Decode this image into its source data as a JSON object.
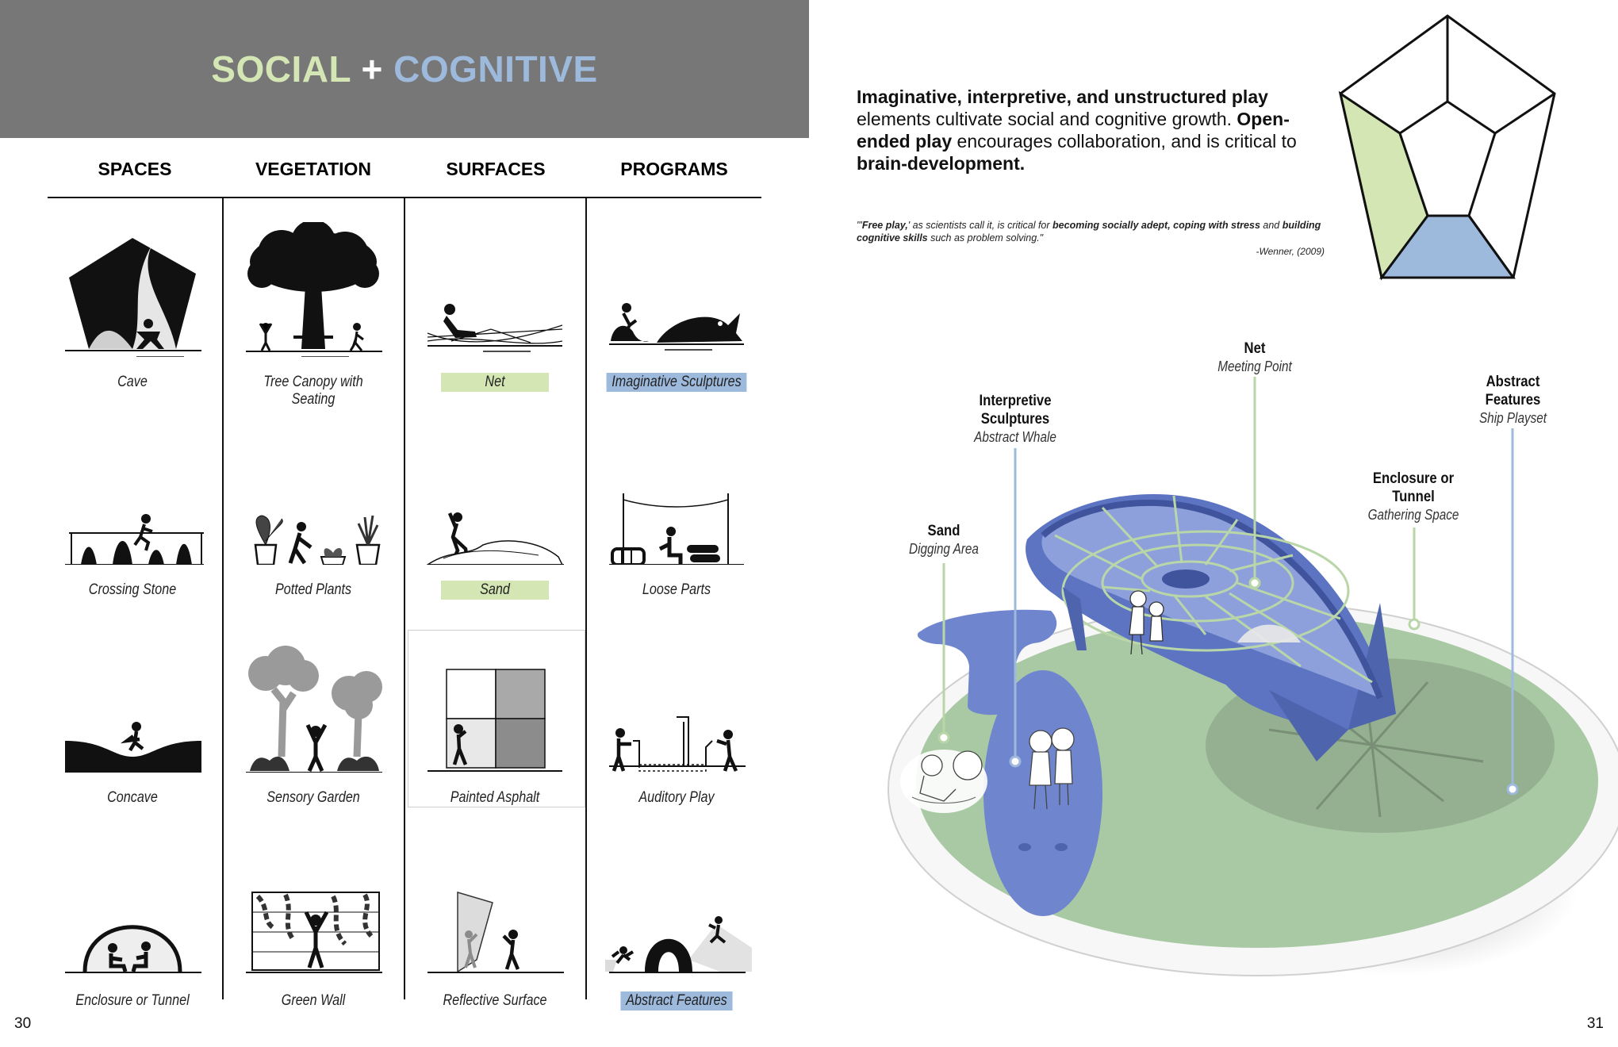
{
  "title": {
    "part1": "SOCIAL",
    "plus": "+",
    "part2": "COGNITIVE"
  },
  "columns": [
    "SPACES",
    "VEGETATION",
    "SURFACES",
    "PROGRAMS"
  ],
  "grid": [
    [
      {
        "label": "Cave",
        "highlight": ""
      },
      {
        "label": "Tree Canopy with Seating",
        "highlight": ""
      },
      {
        "label": "Net",
        "highlight": "green"
      },
      {
        "label": "Imaginative Sculptures",
        "highlight": "blue"
      }
    ],
    [
      {
        "label": "Crossing Stone",
        "highlight": ""
      },
      {
        "label": "Potted Plants",
        "highlight": ""
      },
      {
        "label": "Sand",
        "highlight": "green"
      },
      {
        "label": "Loose Parts",
        "highlight": ""
      }
    ],
    [
      {
        "label": "Concave",
        "highlight": ""
      },
      {
        "label": "Sensory Garden",
        "highlight": ""
      },
      {
        "label": "Painted Asphalt",
        "highlight": ""
      },
      {
        "label": "Auditory Play",
        "highlight": ""
      }
    ],
    [
      {
        "label": "Enclosure or Tunnel",
        "highlight": ""
      },
      {
        "label": "Green Wall",
        "highlight": ""
      },
      {
        "label": "Reflective Surface",
        "highlight": ""
      },
      {
        "label": "Abstract Features",
        "highlight": "blue"
      }
    ]
  ],
  "intro": {
    "b1": "Imaginative, interpretive, and unstructured play",
    "t1": " elements cultivate social and cognitive growth. ",
    "b2": "Open-ended play",
    "t2": " encourages collaboration, and is critical to ",
    "b3": "brain-development."
  },
  "quote": {
    "q1": "\"'",
    "b1": "Free play,",
    "q2": "' as scientists call it, is critical for ",
    "b2": "becoming socially adept, coping with stress",
    "q3": " and ",
    "b3": "building cognitive skills",
    "q4": " such as problem solving.\""
  },
  "citation": "-Wenner, (2009)",
  "annotations": {
    "sand": {
      "title": "Sand",
      "subtitle": "Digging Area"
    },
    "sculptures": {
      "title": "Interpretive Sculptures",
      "subtitle": "Abstract Whale"
    },
    "net": {
      "title": "Net",
      "subtitle": "Meeting Point"
    },
    "enclosure": {
      "title": "Enclosure or Tunnel",
      "subtitle": "Gathering Space"
    },
    "abstract": {
      "title": "Abstract Features",
      "subtitle": "Ship Playset"
    }
  },
  "colors": {
    "green": "#d3e6b3",
    "blue": "#9db9dc",
    "header_gray": "#777777",
    "boat_blue": "#6f86cf",
    "ground_green": "#a9c9a4"
  },
  "page_numbers": {
    "left": "30",
    "right": "31"
  }
}
